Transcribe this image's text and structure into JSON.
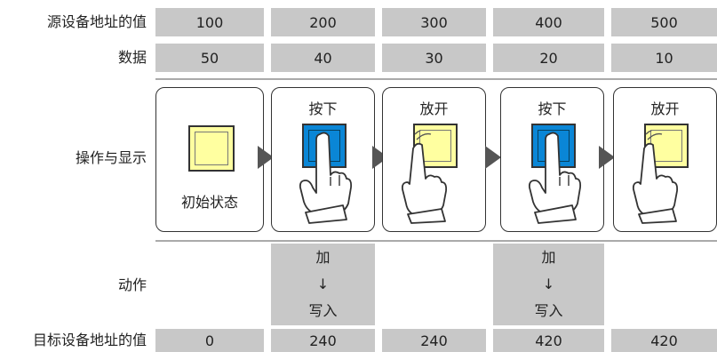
{
  "rows": {
    "source_label": "源设备地址的值",
    "data_label": "数据",
    "operation_label": "操作与显示",
    "action_label": "动作",
    "target_label": "目标设备地址的值"
  },
  "source_values": [
    "100",
    "200",
    "300",
    "400",
    "500"
  ],
  "data_values": [
    "50",
    "40",
    "30",
    "20",
    "10"
  ],
  "panels": [
    {
      "label": "初始状态",
      "state": "initial"
    },
    {
      "label": "按下",
      "state": "pressed"
    },
    {
      "label": "放开",
      "state": "released"
    },
    {
      "label": "按下",
      "state": "pressed"
    },
    {
      "label": "放开",
      "state": "released"
    }
  ],
  "actions": [
    {
      "add": "加",
      "arrow": "↓",
      "write": "写入"
    },
    {
      "add": "加",
      "arrow": "↓",
      "write": "写入"
    }
  ],
  "target_values": [
    "0",
    "240",
    "240",
    "420",
    "420"
  ],
  "colors": {
    "cell": "#c8c8c8",
    "button_off": "#ffffa0",
    "button_on": "#0a86d6",
    "arrow": "#555555"
  }
}
